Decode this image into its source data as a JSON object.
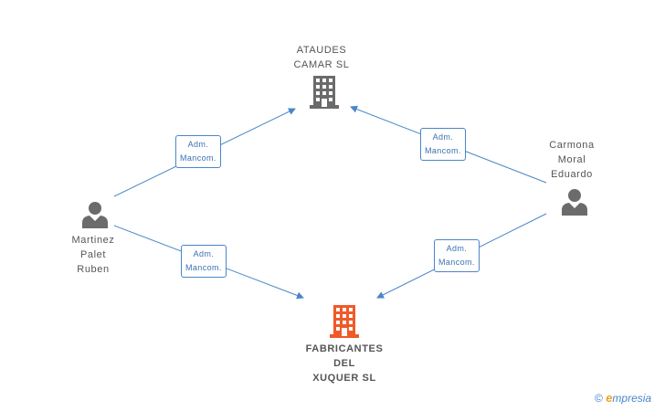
{
  "nodes": {
    "ataudes": {
      "line1": "ATAUDES",
      "line2": "CAMAR  SL",
      "icon": "building-icon",
      "color": "#6b6b6b"
    },
    "fabricantes": {
      "line1": "FABRICANTES",
      "line2": "DEL",
      "line3": "XUQUER  SL",
      "icon": "building-icon",
      "color": "#f05a28"
    },
    "martinez": {
      "line1": "Martinez",
      "line2": "Palet",
      "line3": "Ruben",
      "icon": "person-icon"
    },
    "carmona": {
      "line1": "Carmona",
      "line2": "Moral",
      "line3": "Eduardo",
      "icon": "person-icon"
    }
  },
  "edges": [
    {
      "from": "martinez",
      "to": "ataudes",
      "role_line1": "Adm.",
      "role_line2": "Mancom."
    },
    {
      "from": "carmona",
      "to": "ataudes",
      "role_line1": "Adm.",
      "role_line2": "Mancom."
    },
    {
      "from": "martinez",
      "to": "fabricantes",
      "role_line1": "Adm.",
      "role_line2": "Mancom."
    },
    {
      "from": "carmona",
      "to": "fabricantes",
      "role_line1": "Adm.",
      "role_line2": "Mancom."
    }
  ],
  "colors": {
    "edge": "#4a86c8",
    "person": "#6b6b6b"
  },
  "brand": {
    "copyright": "©",
    "e": "e",
    "rest": "mpresia"
  }
}
